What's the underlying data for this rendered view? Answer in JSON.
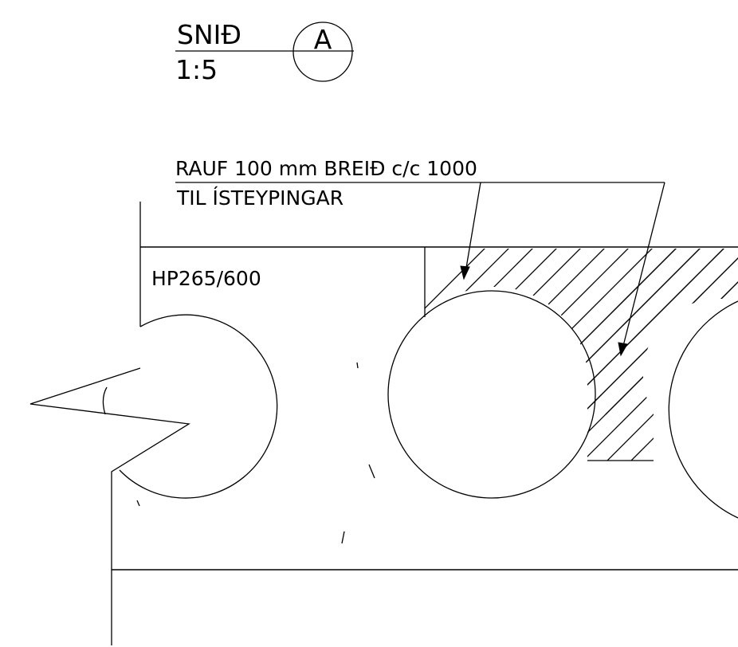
{
  "title_block": {
    "section_label": "SNIÐ",
    "scale": "1:5",
    "section_marker": "A"
  },
  "annotation": {
    "line1": "RAUF 100 mm BREIÐ c/c 1000",
    "line2": "TIL ÍSTEYPINGAR"
  },
  "product_label": "HP265/600"
}
